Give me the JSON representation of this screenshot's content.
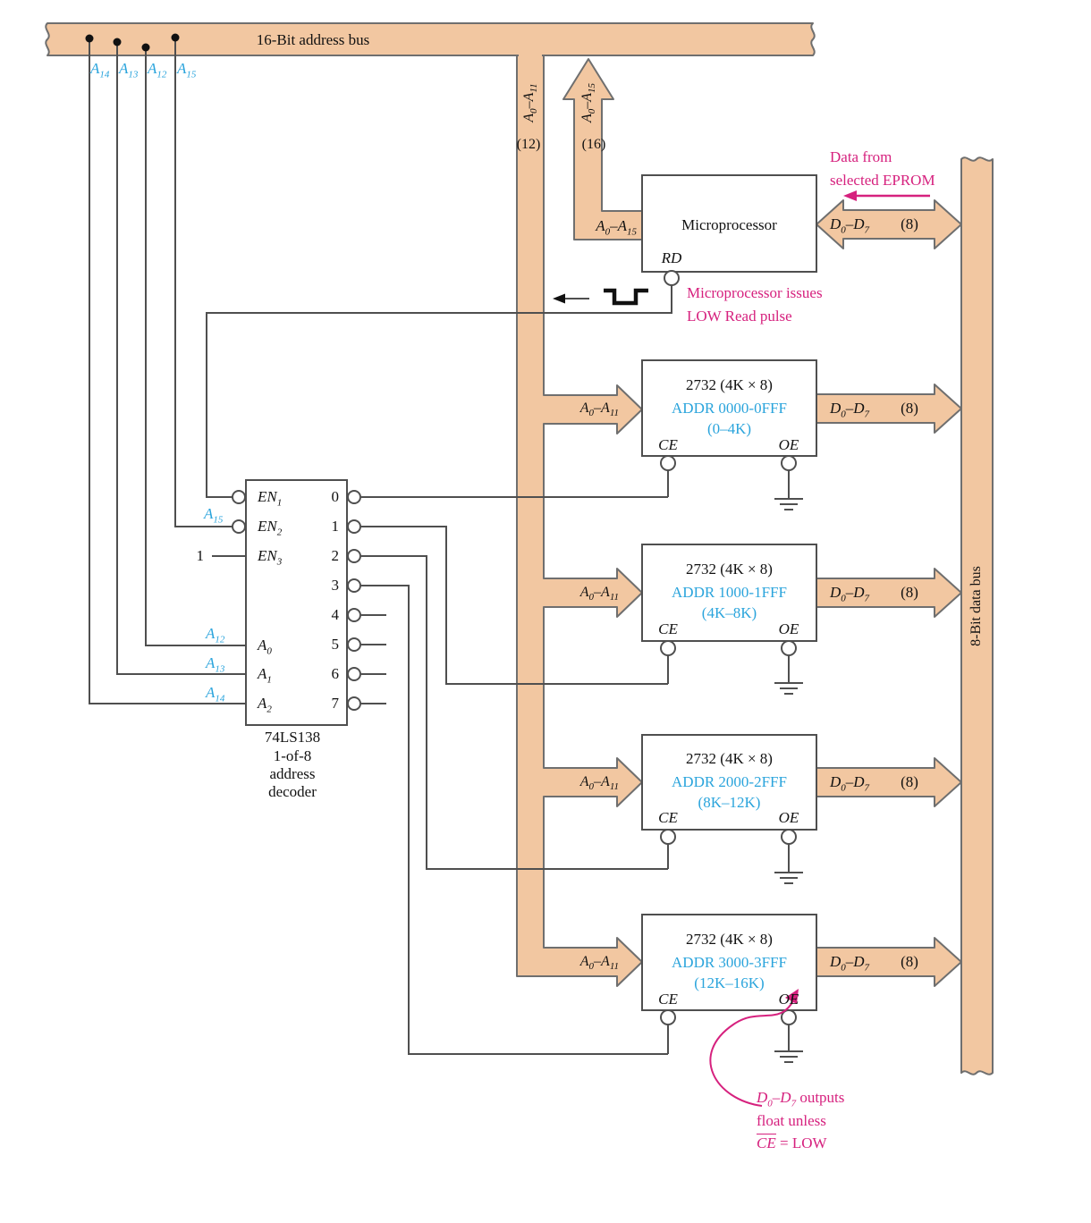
{
  "buses": {
    "top": "16-Bit address bus",
    "data": "8-Bit data bus"
  },
  "sig": {
    "a0a11": {
      "p1": "A",
      "s1": "0",
      "p2": "–A",
      "s2": "11"
    },
    "a0a15": {
      "p1": "A",
      "s1": "0",
      "p2": "–A",
      "s2": "15"
    },
    "d0d7": {
      "p1": "D",
      "s1": "0",
      "p2": "–D",
      "s2": "7"
    },
    "w8": "(8)",
    "w12": "(12)",
    "w16": "(16)"
  },
  "taps": [
    {
      "p": "A",
      "s": "14"
    },
    {
      "p": "A",
      "s": "13"
    },
    {
      "p": "A",
      "s": "12"
    },
    {
      "p": "A",
      "s": "15"
    }
  ],
  "mp": {
    "title": "Microprocessor",
    "rd": "RD"
  },
  "eproms": [
    {
      "title": "2732 (4K × 8)",
      "addr": "ADDR 0000-0FFF",
      "range": "(0–4K)",
      "ce": "CE",
      "oe": "OE"
    },
    {
      "title": "2732 (4K × 8)",
      "addr": "ADDR 1000-1FFF",
      "range": "(4K–8K)",
      "ce": "CE",
      "oe": "OE"
    },
    {
      "title": "2732 (4K × 8)",
      "addr": "ADDR 2000-2FFF",
      "range": "(8K–12K)",
      "ce": "CE",
      "oe": "OE"
    },
    {
      "title": "2732 (4K × 8)",
      "addr": "ADDR 3000-3FFF",
      "range": "(12K–16K)",
      "ce": "CE",
      "oe": "OE"
    }
  ],
  "decoder": {
    "en": [
      {
        "p": "EN",
        "s": "1"
      },
      {
        "p": "EN",
        "s": "2"
      },
      {
        "p": "EN",
        "s": "3"
      }
    ],
    "en3_const": "1",
    "addr_in": [
      {
        "p": "A",
        "s": "0"
      },
      {
        "p": "A",
        "s": "1"
      },
      {
        "p": "A",
        "s": "2"
      }
    ],
    "side": [
      {
        "p": "A",
        "s": "12"
      },
      {
        "p": "A",
        "s": "13"
      },
      {
        "p": "A",
        "s": "14"
      }
    ],
    "a15": {
      "p": "A",
      "s": "15"
    },
    "outputs": [
      "0",
      "1",
      "2",
      "3",
      "4",
      "5",
      "6",
      "7"
    ],
    "caption": [
      "74LS138",
      "1-of-8",
      "address",
      "decoder"
    ]
  },
  "notes": {
    "data_from": [
      "Data from",
      "selected EPROM"
    ],
    "read_pulse": [
      "Microprocessor issues",
      "LOW Read pulse"
    ],
    "float_l1_rest": " outputs",
    "float_l2": "float unless",
    "float_ce": "CE",
    "float_l3_rest": " = LOW"
  },
  "colors": {
    "bus_fill": "#f2c7a1",
    "bus_stroke": "#6f6f6f",
    "wire": "#4f4f4f",
    "cyan": "#2aa4dc",
    "magenta": "#d6217e",
    "ink": "#111111"
  }
}
